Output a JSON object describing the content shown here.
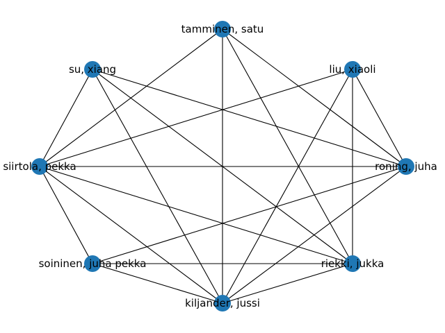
{
  "graph": {
    "node_color": "#1f77b4",
    "edge_color": "#000000",
    "nodes": [
      {
        "id": "tamminen",
        "label": "tamminen, satu"
      },
      {
        "id": "su",
        "label": "su, xiang"
      },
      {
        "id": "liu",
        "label": "liu, xiaoli"
      },
      {
        "id": "siirtola",
        "label": "siirtola, pekka"
      },
      {
        "id": "roning",
        "label": "roning, juha"
      },
      {
        "id": "soininen",
        "label": "soininen, juha pekka"
      },
      {
        "id": "riekki",
        "label": "riekki, jukka"
      },
      {
        "id": "kiljander",
        "label": "kiljander, jussi"
      }
    ],
    "edges": [
      [
        "tamminen",
        "siirtola"
      ],
      [
        "tamminen",
        "kiljander"
      ],
      [
        "tamminen",
        "roning"
      ],
      [
        "tamminen",
        "riekki"
      ],
      [
        "su",
        "siirtola"
      ],
      [
        "su",
        "roning"
      ],
      [
        "su",
        "riekki"
      ],
      [
        "su",
        "kiljander"
      ],
      [
        "liu",
        "siirtola"
      ],
      [
        "liu",
        "roning"
      ],
      [
        "liu",
        "riekki"
      ],
      [
        "liu",
        "kiljander"
      ],
      [
        "siirtola",
        "roning"
      ],
      [
        "siirtola",
        "soininen"
      ],
      [
        "siirtola",
        "riekki"
      ],
      [
        "siirtola",
        "kiljander"
      ],
      [
        "roning",
        "soininen"
      ],
      [
        "roning",
        "kiljander"
      ],
      [
        "soininen",
        "riekki"
      ],
      [
        "soininen",
        "kiljander"
      ],
      [
        "riekki",
        "kiljander"
      ]
    ]
  }
}
